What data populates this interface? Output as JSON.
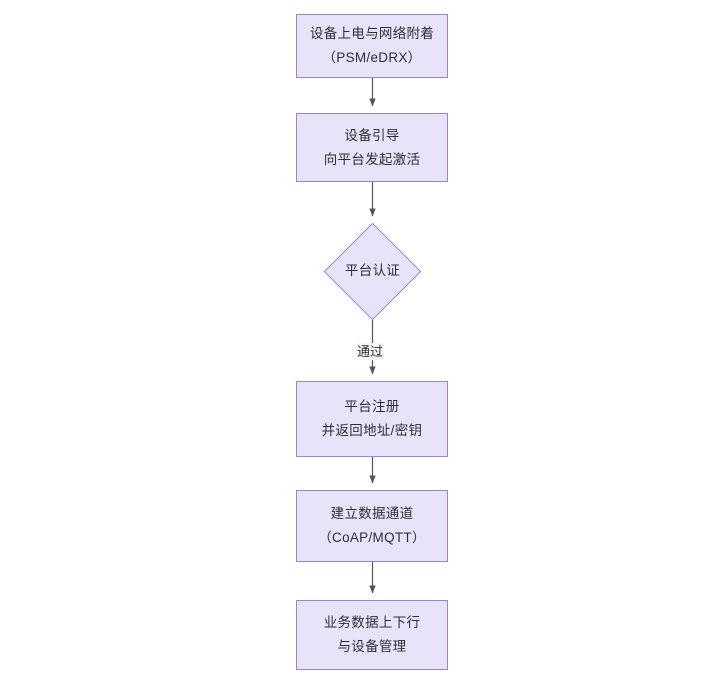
{
  "diagram": {
    "type": "flowchart",
    "orientation": "vertical",
    "theme": {
      "node_fill": "#e7e3f9",
      "node_border": "#a180da",
      "edge_color": "#555555",
      "text_color": "#2f2f33",
      "background": "#ffffff",
      "edge_label_background": "#f4f4f4"
    },
    "nodes": [
      {
        "id": "n1",
        "shape": "rectangle",
        "label": "设备上电与网络附着\n（PSM/eDRX）"
      },
      {
        "id": "n2",
        "shape": "rectangle",
        "label": "设备引导\n向平台发起激活"
      },
      {
        "id": "n3",
        "shape": "diamond",
        "label": "平台认证"
      },
      {
        "id": "n4",
        "shape": "rectangle",
        "label": "平台注册\n并返回地址/密钥"
      },
      {
        "id": "n5",
        "shape": "rectangle",
        "label": "建立数据通道\n（CoAP/MQTT）"
      },
      {
        "id": "n6",
        "shape": "rectangle",
        "label": "业务数据上下行\n与设备管理"
      }
    ],
    "edges": [
      {
        "id": "e1",
        "from": "n1",
        "to": "n2",
        "label": ""
      },
      {
        "id": "e2",
        "from": "n2",
        "to": "n3",
        "label": ""
      },
      {
        "id": "e3",
        "from": "n3",
        "to": "n4",
        "label": "通过"
      },
      {
        "id": "e4",
        "from": "n4",
        "to": "n5",
        "label": ""
      },
      {
        "id": "e5",
        "from": "n5",
        "to": "n6",
        "label": ""
      }
    ]
  }
}
